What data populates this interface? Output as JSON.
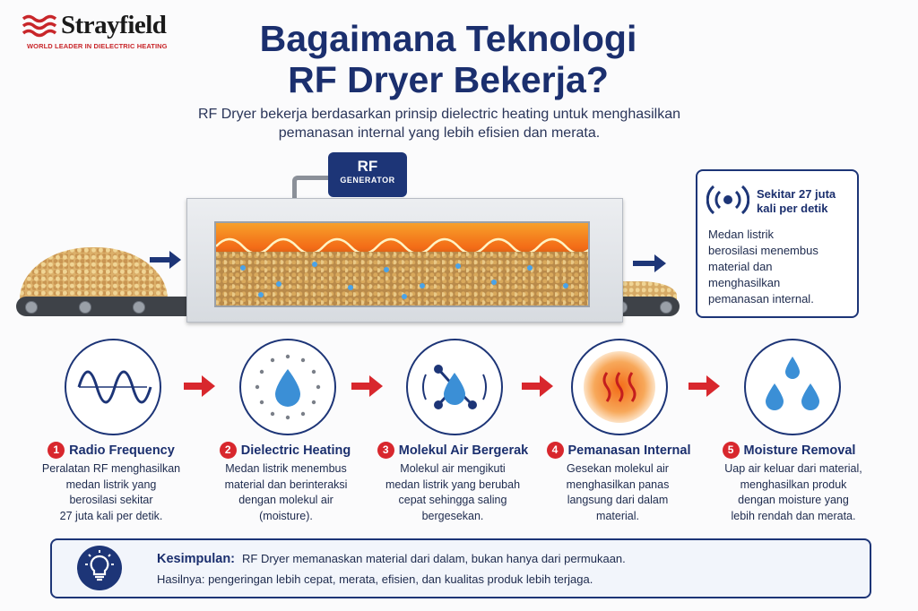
{
  "brand": {
    "name": "Strayfield",
    "tagline": "WORLD LEADER IN DIELECTRIC HEATING",
    "color": "#c8262a"
  },
  "header": {
    "title_line1": "Bagaimana Teknologi",
    "title_line2": "RF Dryer Bekerja?",
    "subtitle_line1": "RF Dryer bekerja berdasarkan prinsip dielectric heating untuk menghasilkan",
    "subtitle_line2": "pemanasan internal yang lebih efisien dan merata."
  },
  "machine": {
    "generator_top": "RF",
    "generator_label": "GENERATOR"
  },
  "info_box": {
    "heading_line1": "Sekitar 27 juta",
    "heading_line2": "kali per detik",
    "body_lines": [
      "Medan listrik",
      "berosilasi menembus",
      "material dan",
      "menghasilkan",
      "pemanasan internal."
    ],
    "icon": "radio-wave-icon"
  },
  "steps": [
    {
      "number": "1",
      "title": "Radio Frequency",
      "icon": "sine-wave-icon",
      "desc": [
        "Peralatan RF menghasilkan",
        "medan listrik yang",
        "berosilasi sekitar",
        "27 juta kali per detik."
      ]
    },
    {
      "number": "2",
      "title": "Dielectric Heating",
      "icon": "water-drop-icon",
      "desc": [
        "Medan listrik menembus",
        "material dan berinteraksi",
        "dengan molekul air",
        "(moisture)."
      ]
    },
    {
      "number": "3",
      "title": "Molekul Air Bergerak",
      "icon": "water-molecule-icon",
      "desc": [
        "Molekul air mengikuti",
        "medan listrik yang berubah",
        "cepat sehingga saling",
        "bergesekan."
      ]
    },
    {
      "number": "4",
      "title": "Pemanasan Internal",
      "icon": "heat-icon",
      "desc": [
        "Gesekan molekul air",
        "menghasilkan panas",
        "langsung dari dalam",
        "material."
      ]
    },
    {
      "number": "5",
      "title": "Moisture Removal",
      "icon": "water-droplets-icon",
      "desc": [
        "Uap air keluar dari material,",
        "menghasilkan produk",
        "dengan moisture yang",
        "lebih rendah dan merata."
      ]
    }
  ],
  "conclusion": {
    "label": "Kesimpulan:",
    "line1": "RF Dryer memanaskan material dari dalam, bukan hanya dari permukaan.",
    "line2": "Hasilnya: pengeringan lebih cepat, merata, efisien, dan kualitas produk lebih terjaga.",
    "icon": "lightbulb-icon"
  },
  "colors": {
    "navy": "#1d3577",
    "red": "#d8272d",
    "heat": "#f36b17"
  }
}
